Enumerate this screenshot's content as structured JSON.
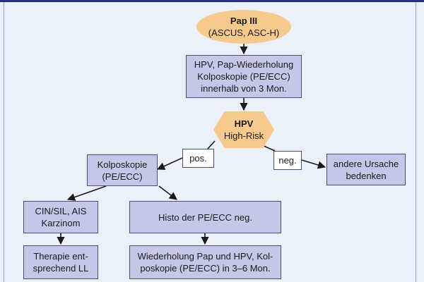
{
  "colors": {
    "box_fill": "#c3c8e8",
    "start_fill": "#f8c98d",
    "line": "#1a1a1a",
    "background": "#eaf1f8",
    "top_bar": "#27337a"
  },
  "nodes": {
    "pap3": {
      "title": "Pap III",
      "subtitle": "(ASCUS, ASC-H)"
    },
    "hpv_repeat": {
      "line1": "HPV, Pap-Wiederholung",
      "line2": "Kolposkopie (PE/ECC)",
      "line3": "innerhalb von 3 Mon."
    },
    "hpv_highrisk": {
      "title": "HPV",
      "subtitle": "High-Risk"
    },
    "kolposkopie": {
      "line1": "Kolposkopie",
      "line2": "(PE/ECC)"
    },
    "other_cause": {
      "line1": "andere Ursache",
      "line2": "bedenken"
    },
    "cin": {
      "line1": "CIN/SIL, AIS",
      "line2": "Karzinom"
    },
    "histo_neg": {
      "line1": "Histo der PE/ECC neg."
    },
    "therapy": {
      "line1": "Therapie ent-",
      "line2": "sprechend LL"
    },
    "repeat_36": {
      "line1": "Wiederholung Pap und HPV, Kol-",
      "line2": "poskopie (PE/ECC) in 3–6 Mon."
    }
  },
  "edge_labels": {
    "pos": "pos.",
    "neg": "neg."
  }
}
